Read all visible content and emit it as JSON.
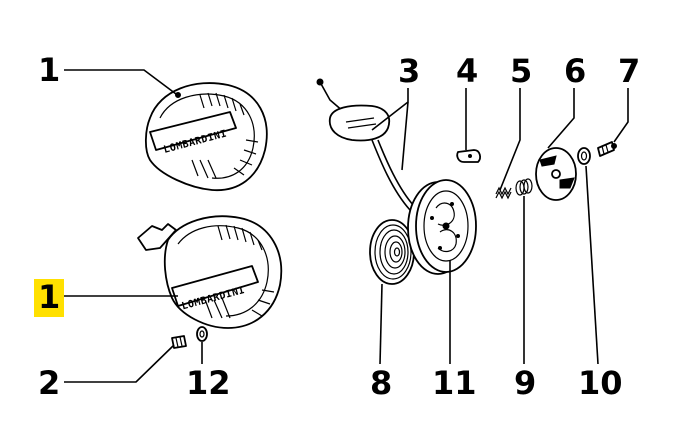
{
  "diagram": {
    "brand_text": "LOMBARDINI",
    "labels": [
      {
        "id": "top-cover",
        "number": "1",
        "highlighted": false
      },
      {
        "id": "cover-assembly",
        "number": "1",
        "highlighted": true
      },
      {
        "id": "screw",
        "number": "2",
        "highlighted": false
      },
      {
        "id": "washer",
        "number": "12",
        "highlighted": false
      },
      {
        "id": "rope-handle",
        "number": "3",
        "highlighted": false
      },
      {
        "id": "pawl",
        "number": "4",
        "highlighted": false
      },
      {
        "id": "pawl-spring",
        "number": "5",
        "highlighted": false
      },
      {
        "id": "drive-plate",
        "number": "6",
        "highlighted": false
      },
      {
        "id": "center-screw",
        "number": "7",
        "highlighted": false
      },
      {
        "id": "recoil-spring",
        "number": "8",
        "highlighted": false
      },
      {
        "id": "pulley",
        "number": "11",
        "highlighted": false
      },
      {
        "id": "spring-small",
        "number": "9",
        "highlighted": false
      },
      {
        "id": "washer-small",
        "number": "10",
        "highlighted": false
      }
    ],
    "highlight_color": "#ffe000"
  }
}
